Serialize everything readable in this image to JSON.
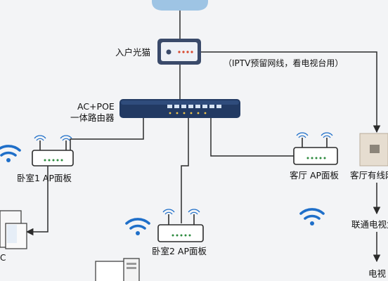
{
  "labels": {
    "modem": "入户光猫",
    "iptv_note": "（IPTV预留网线，看电视台用）",
    "router_line1": "AC+POE",
    "router_line2": "一体路由器",
    "ap_bedroom1": "卧室1 AP面板",
    "ap_living": "客厅 AP面板",
    "ap_bedroom2": "卧室2 AP面板",
    "living_wired": "客厅有线网",
    "settop_box": "联通电视盒",
    "tv": "电视",
    "pc_partial": "C"
  },
  "colors": {
    "cloud": "#9ec4e4",
    "line": "#2b2b2b",
    "wifi": "#1f6fc9",
    "router_body": "#223a63",
    "router_led": "#d7e4f4",
    "panel": "#ffffff",
    "modem_body": "#3a4a6a"
  },
  "icons": [
    "cloud-icon",
    "modem-icon",
    "router-icon",
    "wifi-icon",
    "ap-panel-icon",
    "wall-socket-icon",
    "computer-icon"
  ]
}
